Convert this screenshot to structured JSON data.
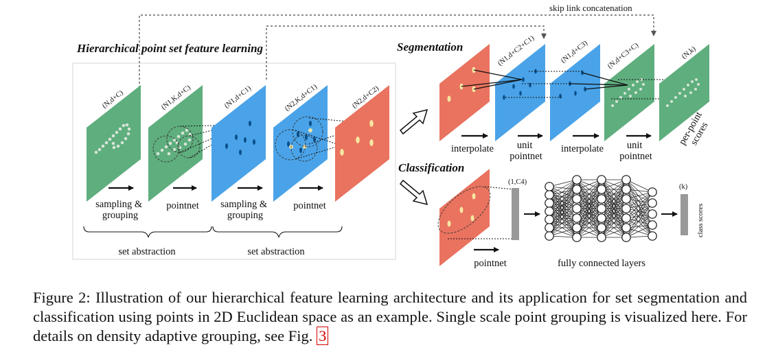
{
  "headings": {
    "hierarchical": "Hierarchical point set feature learning",
    "segmentation": "Segmentation",
    "classification": "Classification"
  },
  "skip_link": "skip link concatenation",
  "planes": {
    "p1": "(N,d+C)",
    "p2": "(N1,K,d+C)",
    "p3": "(N1,d+C1)",
    "p4": "(N2,K,d+C1)",
    "p5": "(N2,d+C2)",
    "s2": "(N1,d+C2+C1)",
    "s3": "(N1,d+C3)",
    "s4": "(N,d+C3+C)",
    "s5": "(N,k)"
  },
  "steps": {
    "sampling1": [
      "sampling &",
      "grouping"
    ],
    "pointnet1": "pointnet",
    "sampling2": [
      "sampling &",
      "grouping"
    ],
    "pointnet2": "pointnet",
    "set_abstraction1": "set abstraction",
    "set_abstraction2": "set abstraction",
    "interpolate1": "interpolate",
    "unit_pointnet1": [
      "unit",
      "pointnet"
    ],
    "interpolate2": "interpolate",
    "unit_pointnet2": [
      "unit",
      "pointnet"
    ],
    "per_point_scores": [
      "per-point",
      "scores"
    ],
    "cls_pointnet": "pointnet",
    "fc_layers": "fully connected layers",
    "c4": "(1,C4)",
    "k": "(k)",
    "class_scores": "class scores"
  },
  "colors": {
    "green": "#5fae7e",
    "blue": "#4aa3e8",
    "red": "#e9735f"
  },
  "caption": {
    "text": "Figure 2: Illustration of our hierarchical feature learning architecture and its application for set segmentation and classification using points in 2D Euclidean space as an example. Single scale point grouping is visualized here. For details on density adaptive grouping, see Fig.",
    "ref": "3"
  }
}
